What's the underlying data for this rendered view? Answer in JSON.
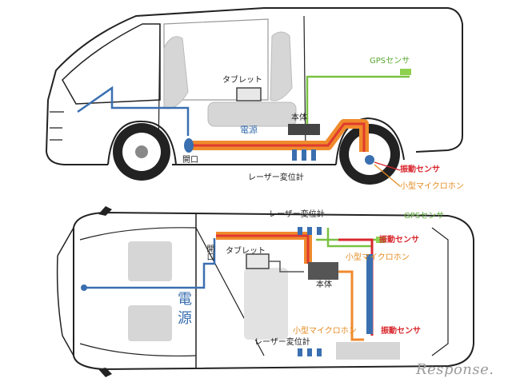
{
  "side_view": {
    "tablet": "タブレット",
    "gps_sensor": "GPSセンサ",
    "main_unit": "本体",
    "power": "電源",
    "opening": "開口",
    "laser_displacement_meter": "レーザー変位計",
    "vibration_sensor": "振動センサ",
    "small_microphone": "小型マイクロホン"
  },
  "top_view": {
    "laser_displacement_meter_top": "レーザー変位計",
    "gps_sensor": "GPSセンサ",
    "vibration_sensor_top": "振動センサ",
    "opening": "開口",
    "tablet": "タブレット",
    "small_microphone_top": "小型マイクロホン",
    "main_unit": "本体",
    "power_char_1": "電",
    "power_char_2": "源",
    "small_microphone_bottom": "小型マイクロホン",
    "vibration_sensor_bottom": "振動センサ",
    "laser_displacement_meter_bottom": "レーザー変位計"
  },
  "watermark": "Response.",
  "colors": {
    "power_line": "#3a6fb0",
    "gps_line": "#7ac143",
    "laser_duct": "#f08a2c",
    "laser_core": "#e03a2f",
    "sensor_red": "#d8262d",
    "mic_orange": "#e58a1f",
    "body_outline": "#222222",
    "interior_gray": "#cfcfcf"
  }
}
